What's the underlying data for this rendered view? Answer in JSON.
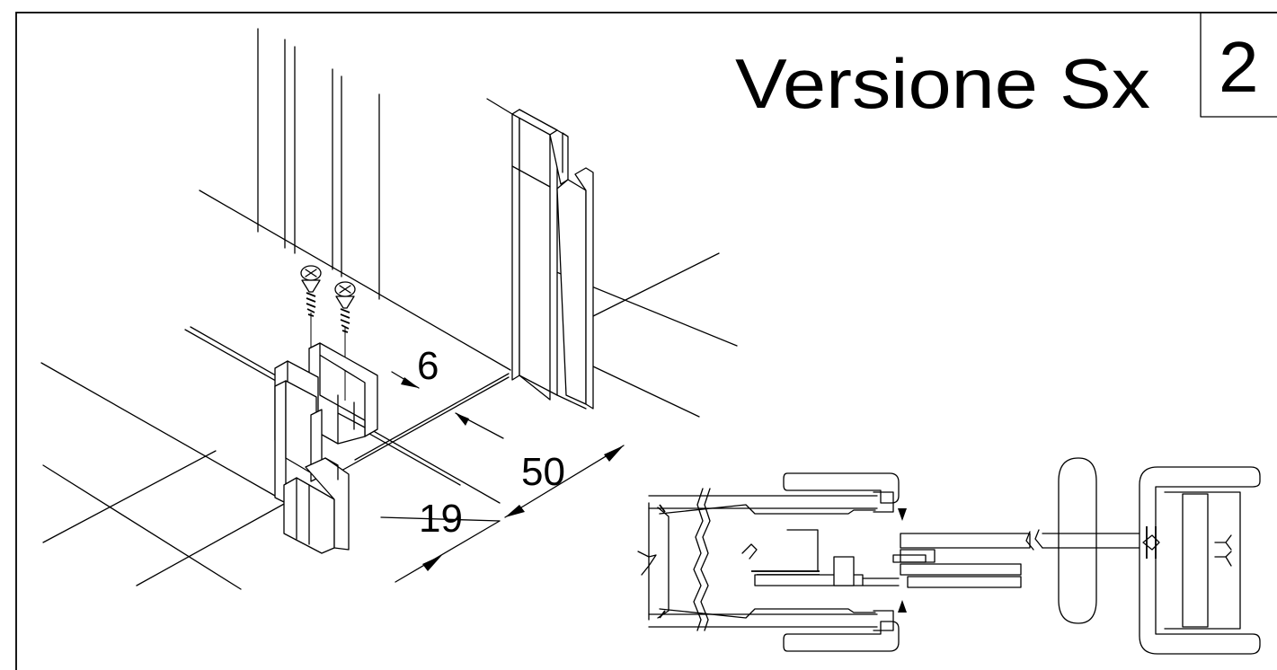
{
  "title": "Versione Sx",
  "sheet_number": "2",
  "dimensions": {
    "gap": "6",
    "depth": "50",
    "offset": "19"
  }
}
